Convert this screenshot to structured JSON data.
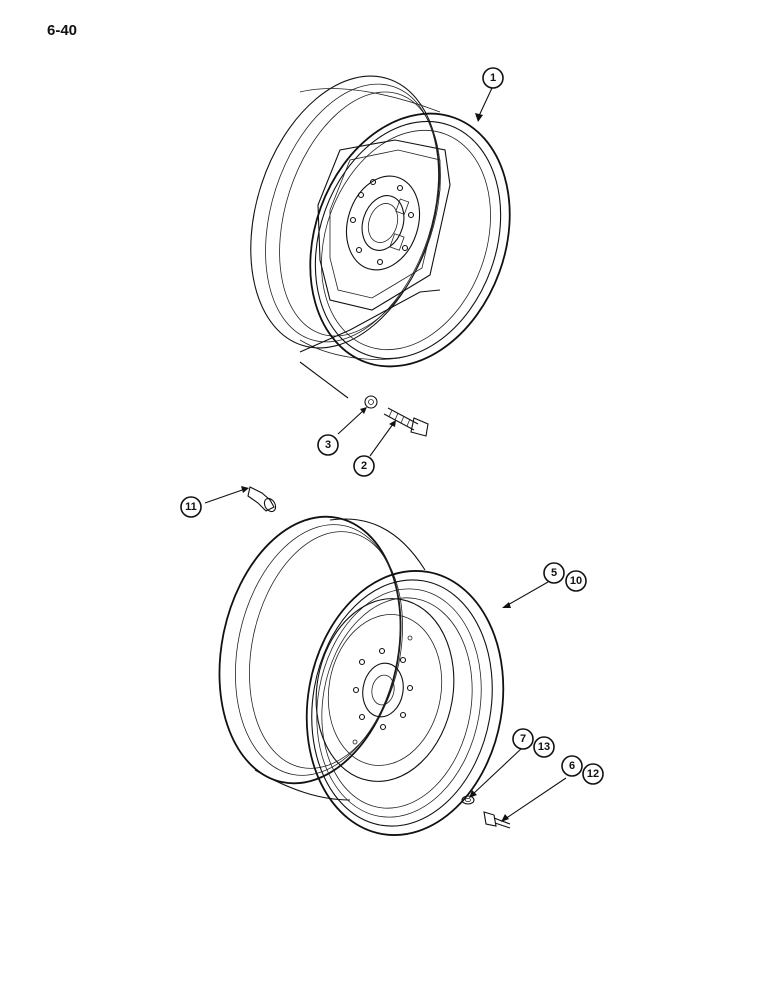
{
  "page": {
    "number": "6-40"
  },
  "callouts": {
    "c1": "1",
    "c2": "2",
    "c3": "3",
    "c5": "5",
    "c10": "10",
    "c11": "11",
    "c7": "7",
    "c13": "13",
    "c6": "6",
    "c12": "12"
  }
}
